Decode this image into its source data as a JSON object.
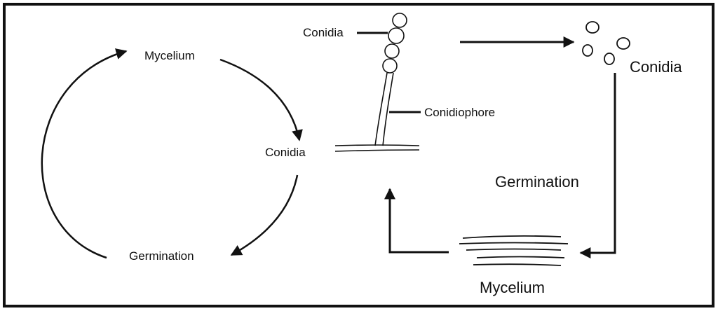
{
  "left_cycle": {
    "mycelium": "Mycelium",
    "conidia": "Conidia",
    "germination": "Germination"
  },
  "structure": {
    "conidia": "Conidia",
    "conidiophore": "Conidiophore"
  },
  "right_cycle": {
    "conidia": "Conidia",
    "germination": "Germination",
    "mycelium": "Mycelium"
  }
}
